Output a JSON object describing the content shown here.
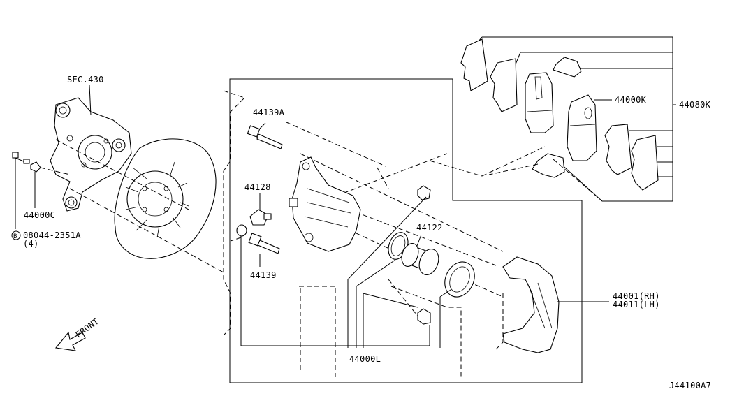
{
  "diagram": {
    "labels": {
      "sec430": "SEC.430",
      "p44000C": "44000C",
      "bolt": "08044-2351A",
      "bolt_qty": "(4)",
      "p44139A": "44139A",
      "p44128": "44128",
      "p44139": "44139",
      "p44122": "44122",
      "p44000L": "44000L",
      "p44000K": "44000K",
      "p44080K": "44080K",
      "p44001": "44001(RH)",
      "p44011": "44011(LH)",
      "front": "FRONT",
      "bolt_badge": "B",
      "drawing_id": "J44100A7"
    }
  }
}
